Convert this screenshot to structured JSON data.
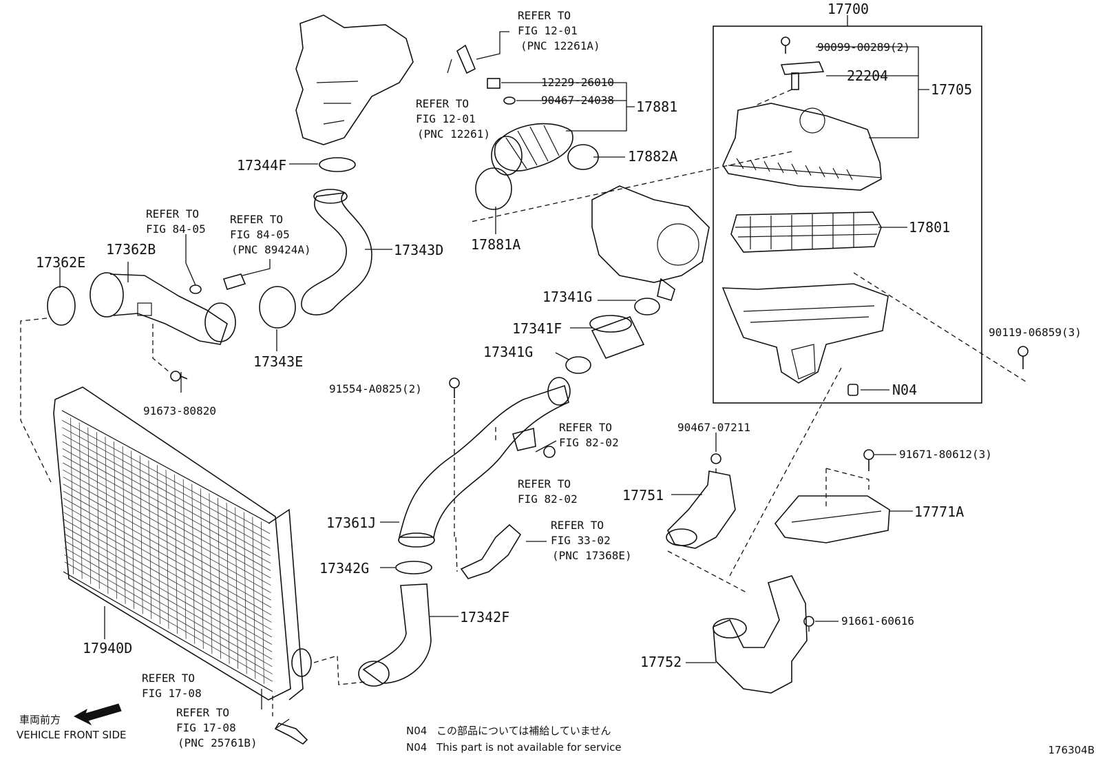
{
  "figure_id": "176304B",
  "parts": {
    "p17700": "17700",
    "p90099": "90099-00289(2)",
    "p22204": "22204",
    "p17705": "17705",
    "p17801": "17801",
    "p90119": "90119-06859(3)",
    "pN04": "N04",
    "p12229": "12229-26010",
    "p90467_24038": "90467-24038",
    "p17881": "17881",
    "p17882A": "17882A",
    "p17881A": "17881A",
    "p17344F": "17344F",
    "p17343D": "17343D",
    "p17362B": "17362B",
    "p17362E": "17362E",
    "p17343E": "17343E",
    "p91673": "91673-80820",
    "p17341G_top": "17341G",
    "p17341F": "17341F",
    "p17341G_bot": "17341G",
    "p91554": "91554-A0825(2)",
    "p90467_07211": "90467-07211",
    "p17751": "17751",
    "p91671": "91671-80612(3)",
    "p17771A": "17771A",
    "p17361J": "17361J",
    "p17342G": "17342G",
    "p17342F": "17342F",
    "p17940D": "17940D",
    "p91661": "91661-60616",
    "p17752": "17752"
  },
  "refs": {
    "r1": [
      "REFER TO",
      "FIG 12-01",
      "(PNC 12261A)"
    ],
    "r2": [
      "REFER TO",
      "FIG 12-01",
      "(PNC 12261)"
    ],
    "r3": [
      "REFER TO",
      "FIG 84-05"
    ],
    "r4": [
      "REFER TO",
      "FIG 84-05",
      "(PNC 89424A)"
    ],
    "r5": [
      "REFER TO",
      "FIG 82-02"
    ],
    "r6": [
      "REFER TO",
      "FIG 82-02"
    ],
    "r7": [
      "REFER TO",
      "FIG 33-02",
      "(PNC 17368E)"
    ],
    "r8": [
      "REFER TO",
      "FIG 17-08"
    ],
    "r9": [
      "REFER TO",
      "FIG 17-08",
      "(PNC 25761B)"
    ]
  },
  "direction": {
    "jp": "車両前方",
    "en": "VEHICLE FRONT SIDE"
  },
  "notes": [
    {
      "code": "N04",
      "text": "この部品については補給していません"
    },
    {
      "code": "N04",
      "text": "This part is not available for service"
    }
  ]
}
